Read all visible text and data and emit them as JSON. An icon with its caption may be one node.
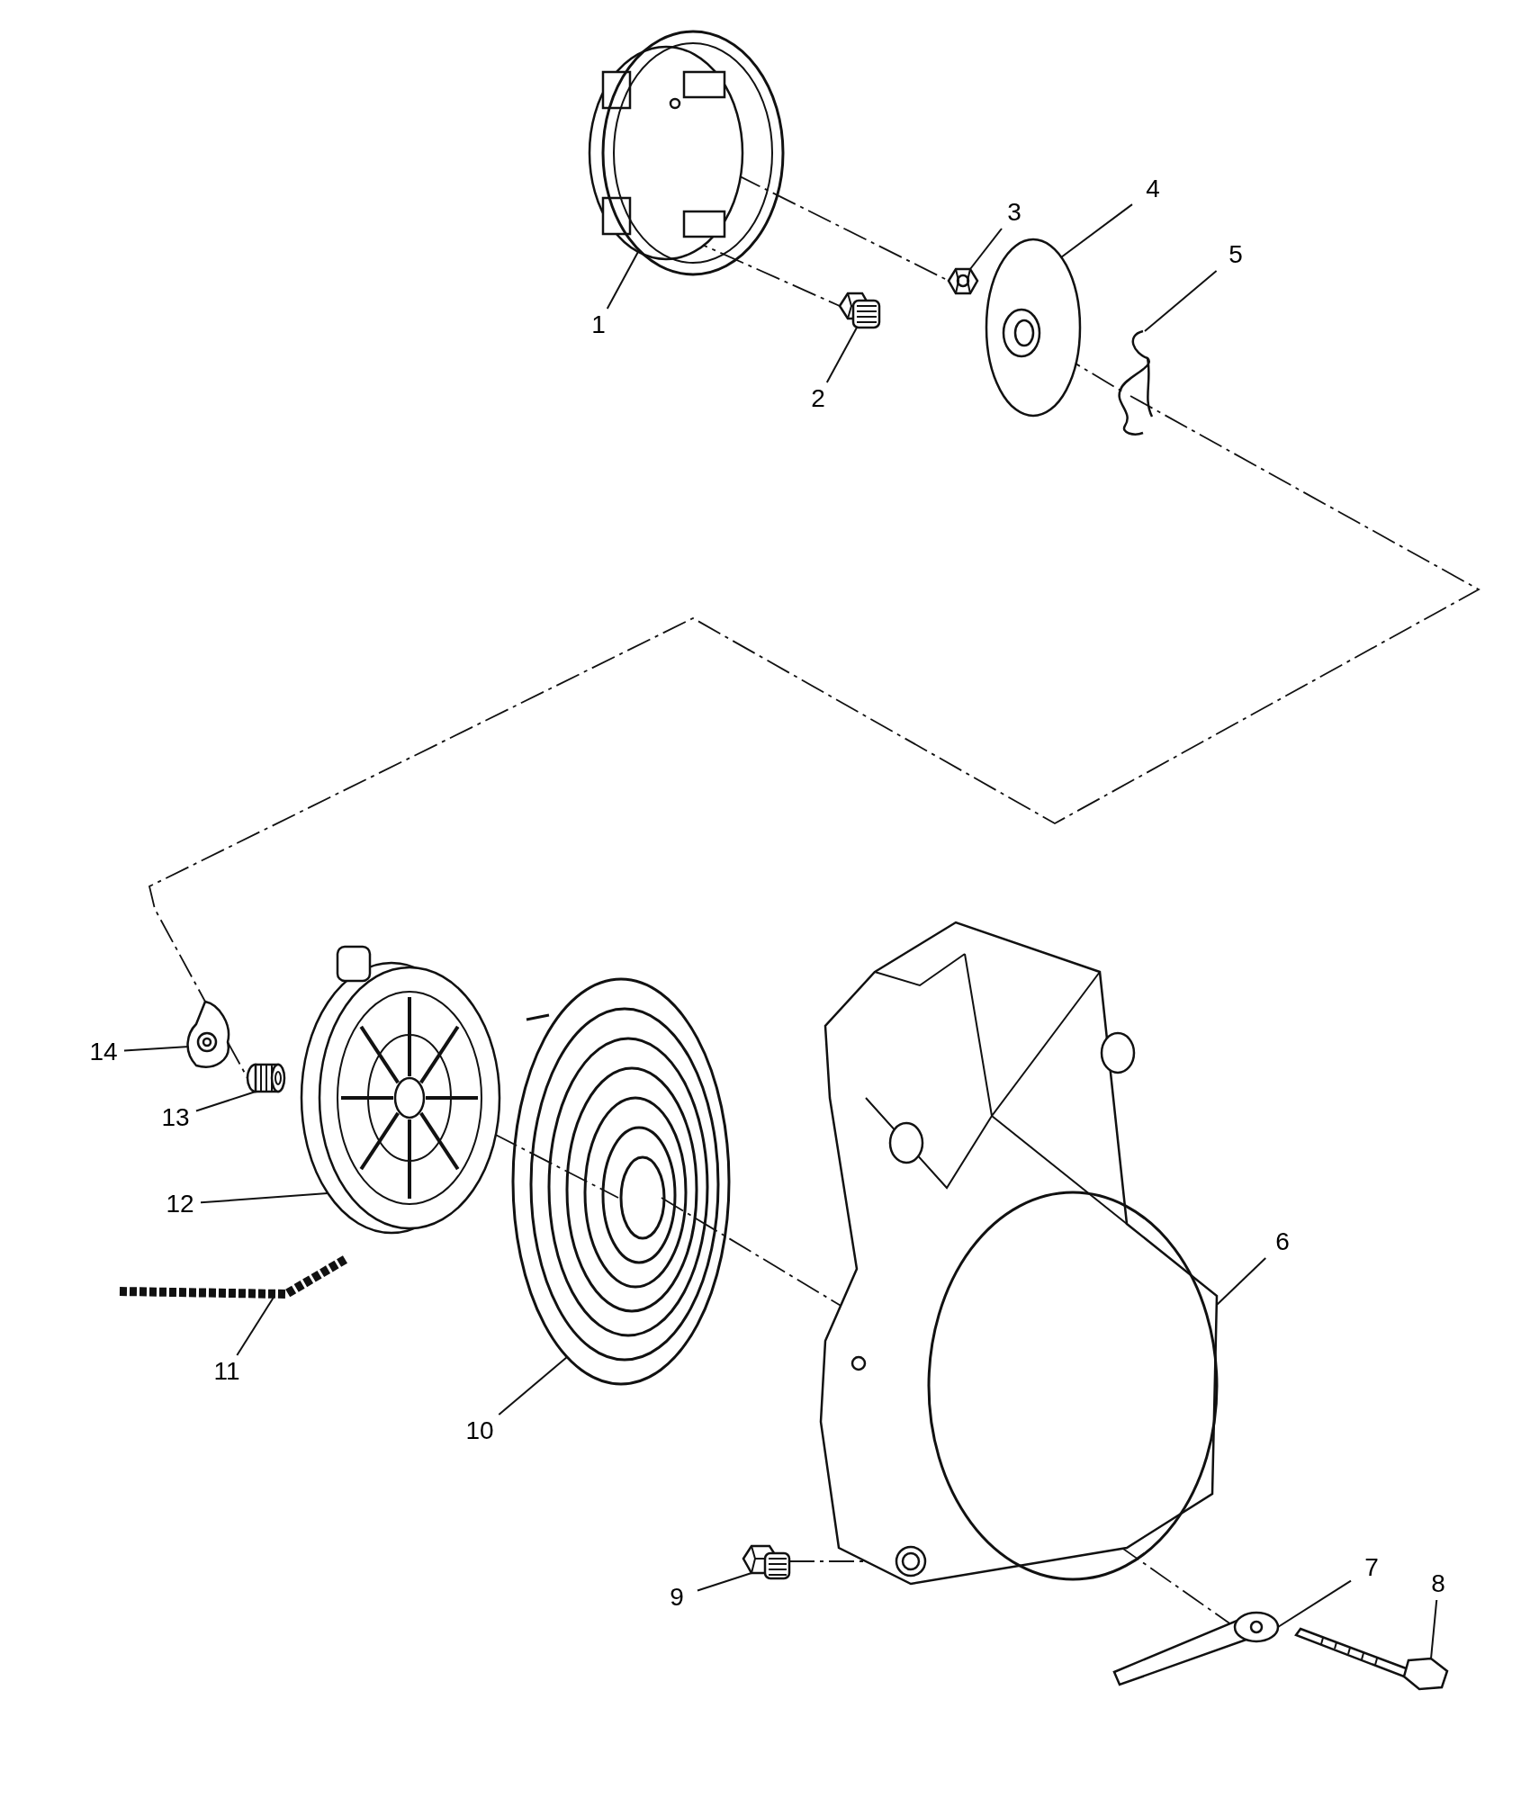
{
  "diagram": {
    "nodes": [
      {
        "text": [
          "1"
        ]
      },
      {
        "text": [
          "2"
        ]
      },
      {
        "text": [
          "3"
        ]
      },
      {
        "text": [
          "4"
        ]
      },
      {
        "text": [
          "5"
        ]
      },
      {
        "text": [
          "6"
        ]
      },
      {
        "text": [
          "7"
        ]
      },
      {
        "text": [
          "8"
        ]
      },
      {
        "text": [
          "9"
        ]
      },
      {
        "text": [
          "10"
        ]
      },
      {
        "text": [
          "11"
        ]
      },
      {
        "text": [
          "12"
        ]
      },
      {
        "text": [
          "13"
        ]
      },
      {
        "text": [
          "14"
        ]
      },
      {
        "text": [],
        "shape": "picture"
      },
      {
        "text": [],
        "shape": "picture"
      },
      {
        "text": [],
        "shape": "picture"
      },
      {
        "text": [],
        "shape": "picture"
      },
      {
        "text": [],
        "shape": "picture"
      },
      {
        "text": [],
        "shape": "picture"
      },
      {
        "text": [],
        "shape": "picture"
      },
      {
        "text": [],
        "shape": "picture"
      },
      {
        "text": [],
        "shape": "picture"
      },
      {
        "text": [],
        "shape": "picture"
      },
      {
        "text": [],
        "shape": "picture"
      },
      {
        "text": [],
        "shape": "picture"
      },
      {
        "text": [],
        "shape": "picture"
      },
      {
        "text": [],
        "shape": "picture"
      }
    ],
    "edges": [
      {
        "from": 0,
        "to": 14,
        "arrow": "none"
      },
      {
        "from": 1,
        "to": 15,
        "arrow": "none"
      },
      {
        "from": 2,
        "to": 16,
        "arrow": "none"
      },
      {
        "from": 3,
        "to": 17,
        "arrow": "none"
      },
      {
        "from": 4,
        "to": 18,
        "arrow": "none"
      },
      {
        "from": 5,
        "to": 19,
        "arrow": "none"
      },
      {
        "from": 6,
        "to": 20,
        "arrow": "none"
      },
      {
        "from": 7,
        "to": 21,
        "arrow": "none"
      },
      {
        "from": 8,
        "to": 22,
        "arrow": "none"
      },
      {
        "from": 9,
        "to": 23,
        "arrow": "none"
      },
      {
        "from": 10,
        "to": 24,
        "arrow": "none"
      },
      {
        "from": 11,
        "to": 25,
        "arrow": "none"
      },
      {
        "from": 12,
        "to": 26,
        "arrow": "none"
      },
      {
        "from": 13,
        "to": 27,
        "arrow": "none"
      },
      {
        "from": 14,
        "to": 16,
        "arrow": "none",
        "style": "dashed"
      },
      {
        "from": 14,
        "to": 15,
        "arrow": "none",
        "style": "dashed"
      },
      {
        "from": 17,
        "to": 18,
        "arrow": "none",
        "style": "dashed"
      },
      {
        "from": 18,
        "to": 27,
        "arrow": "none",
        "style": "dashed"
      },
      {
        "from": 27,
        "to": 26,
        "arrow": "none",
        "style": "dashed"
      },
      {
        "from": 25,
        "to": 23,
        "arrow": "none",
        "style": "dashed"
      },
      {
        "from": 23,
        "to": 19,
        "arrow": "none",
        "style": "dashed"
      },
      {
        "from": 19,
        "to": 20,
        "arrow": "none",
        "style": "dashed"
      },
      {
        "from": 22,
        "to": 19,
        "arrow": "none",
        "style": "dashed"
      }
    ]
  }
}
